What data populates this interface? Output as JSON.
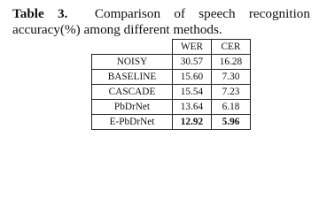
{
  "caption": {
    "label": "Table 3.",
    "text": "Comparison of speech recognition accuracy(%) among different methods."
  },
  "table": {
    "headers": [
      "WER",
      "CER"
    ],
    "rows": [
      {
        "method": "NOISY",
        "wer": "30.57",
        "cer": "16.28"
      },
      {
        "method": "BASELINE",
        "wer": "15.60",
        "cer": "7.30"
      },
      {
        "method": "CASCADE",
        "wer": "15.54",
        "cer": "7.23"
      },
      {
        "method": "PbDrNet",
        "wer": "13.64",
        "cer": "6.18"
      },
      {
        "method": "E-PbDrNet",
        "wer": "12.92",
        "cer": "5.96"
      }
    ]
  }
}
